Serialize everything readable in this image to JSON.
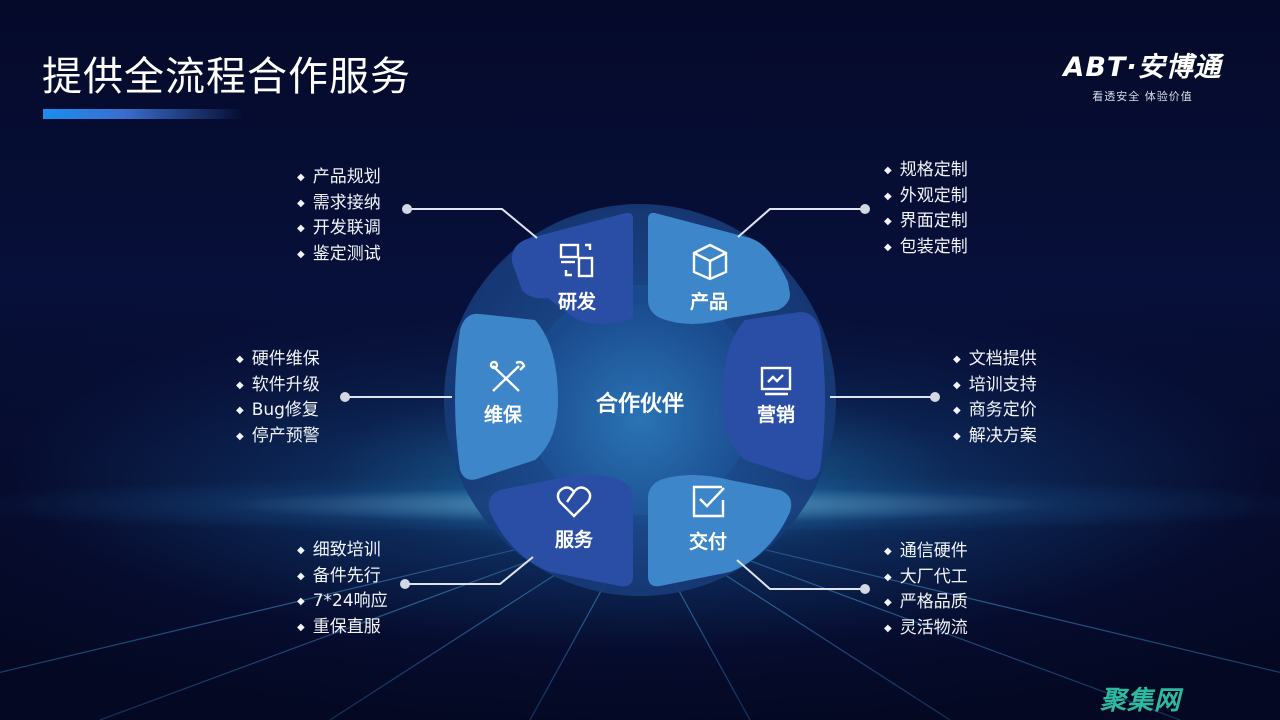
{
  "page": {
    "title": "提供全流程合作服务"
  },
  "logo": {
    "name": "ABT·安博通",
    "slogan": "看透安全  体验价值"
  },
  "colors": {
    "background": "#060c2e",
    "segment_dark": "#2a4ea6",
    "segment_light": "#3d86c9",
    "ring": "#1a3a78",
    "title_bar": "#1a8ef0",
    "watermark": "#2fb8a0"
  },
  "wheel": {
    "center_label": "合作伙伴",
    "segments": [
      {
        "label": "研发",
        "icon": "devices-icon",
        "tone": "dark"
      },
      {
        "label": "产品",
        "icon": "box-icon",
        "tone": "light"
      },
      {
        "label": "营销",
        "icon": "monitor-chart-icon",
        "tone": "dark"
      },
      {
        "label": "交付",
        "icon": "checkbox-icon",
        "tone": "light"
      },
      {
        "label": "服务",
        "icon": "heart-icon",
        "tone": "dark"
      },
      {
        "label": "维保",
        "icon": "tools-icon",
        "tone": "light"
      }
    ]
  },
  "callouts": {
    "research": [
      "产品规划",
      "需求接纳",
      "开发联调",
      "鉴定测试"
    ],
    "product": [
      "规格定制",
      "外观定制",
      "界面定制",
      "包装定制"
    ],
    "marketing": [
      "文档提供",
      "培训支持",
      "商务定价",
      "解决方案"
    ],
    "delivery": [
      "通信硬件",
      "大厂代工",
      "严格品质",
      "灵活物流"
    ],
    "service": [
      "细致培训",
      "备件先行",
      "7*24响应",
      "重保直服"
    ],
    "maintenance": [
      "硬件维保",
      "软件升级",
      "Bug修复",
      "停产预警"
    ]
  },
  "watermark": "聚集网"
}
